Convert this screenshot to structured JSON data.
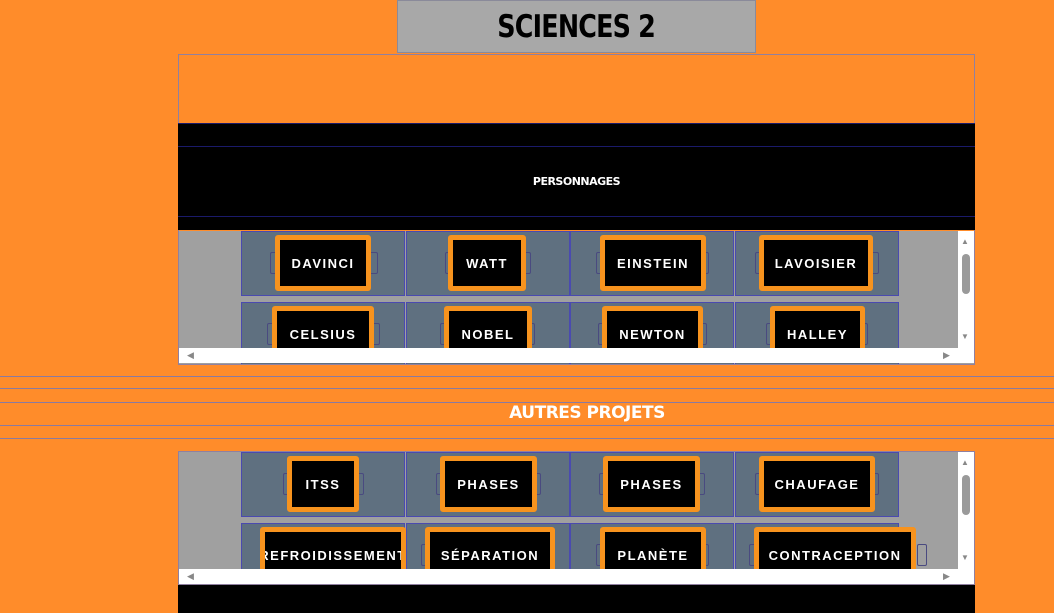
{
  "page": {
    "title": "SCIENCES 2"
  },
  "characters": {
    "heading": "PERSONNAGES",
    "buttons": [
      "DAVINCI",
      "WATT",
      "EINSTEIN",
      "LAVOISIER",
      "CELSIUS",
      "NOBEL",
      "NEWTON",
      "HALLEY"
    ]
  },
  "projects": {
    "heading": "AUTRES PROJETS",
    "buttons": [
      "ITSS",
      "PHASES",
      "PHASES",
      "CHAUFAGE",
      "REFROIDISSEMENT",
      "SÉPARATION",
      "PLANÈTE",
      "CONTRACEPTION"
    ]
  },
  "colors": {
    "background": "#ff8c2a",
    "button_border": "#f7931e",
    "cell": "#5f7080",
    "title_bg": "#a8a8a8"
  }
}
